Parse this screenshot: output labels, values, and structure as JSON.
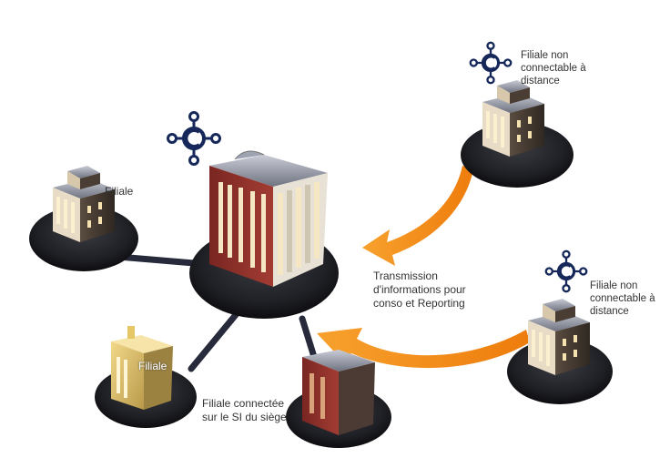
{
  "labels": {
    "filiale_left": "Filiale",
    "remote_top": "Filiale non connectable à distance",
    "remote_bottom": "Filiale non connectable à distance",
    "transmission": "Transmission d'informations pour conso et Reporting",
    "connected": "Filiale connectée sur le SI du siège",
    "filiale_cube": "Filiale"
  },
  "colors": {
    "platform": "#1e1f24",
    "connector": "#262a3a",
    "arrow": "#f18a14",
    "hub_icon": "#16285a",
    "hq_brick": "#8a2f2a",
    "window_light": "#f5e7c4"
  },
  "icons": [
    "hub-network-icon"
  ]
}
